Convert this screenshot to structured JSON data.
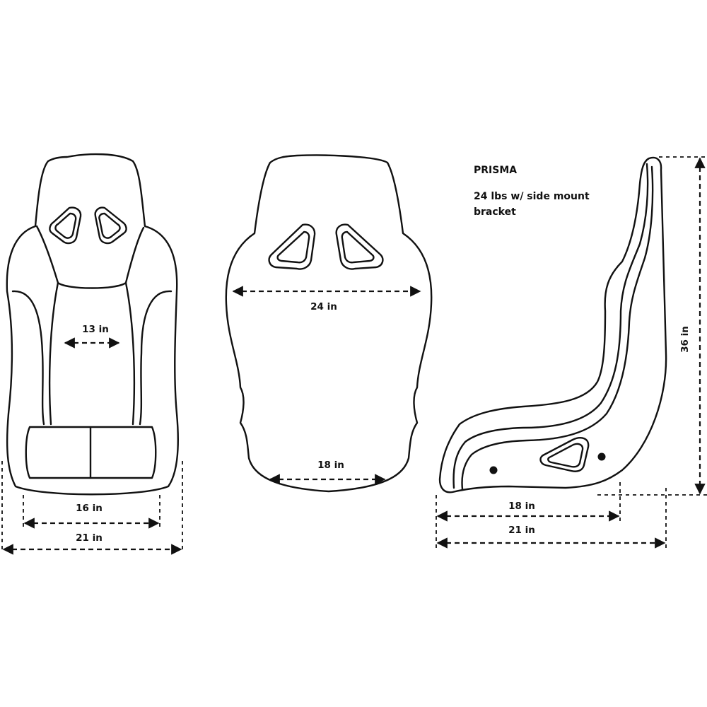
{
  "title": "PRISMA",
  "weight_note_line1": "24 lbs w/ side mount",
  "weight_note_line2": "bracket",
  "front_view": {
    "shoulder_width": "13 in",
    "seat_base_width": "16 in",
    "overall_width": "21 in"
  },
  "back_view": {
    "shoulder_width": "24 in",
    "base_width": "18 in"
  },
  "side_view": {
    "height": "36 in",
    "base_depth": "18 in",
    "overall_depth": "21 in"
  }
}
